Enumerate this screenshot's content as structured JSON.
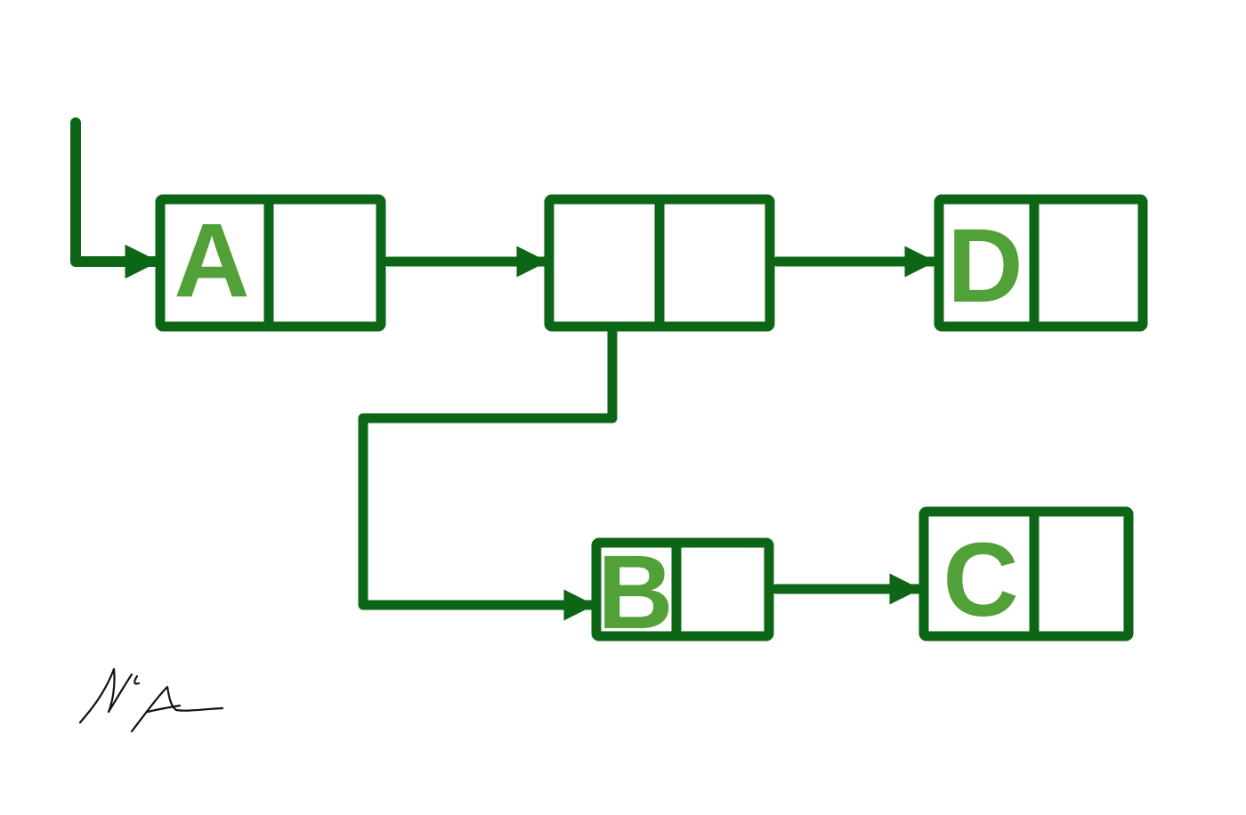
{
  "diagram": {
    "colors": {
      "stroke": "#0d6616",
      "letter": "#52a038",
      "signature": "#111111",
      "background": "#ffffff"
    },
    "nodes": {
      "a": {
        "label": "A"
      },
      "middle": {
        "label": ""
      },
      "d": {
        "label": "D"
      },
      "b": {
        "label": "B"
      },
      "c": {
        "label": "C"
      }
    },
    "signature": {
      "text": "McA"
    }
  }
}
